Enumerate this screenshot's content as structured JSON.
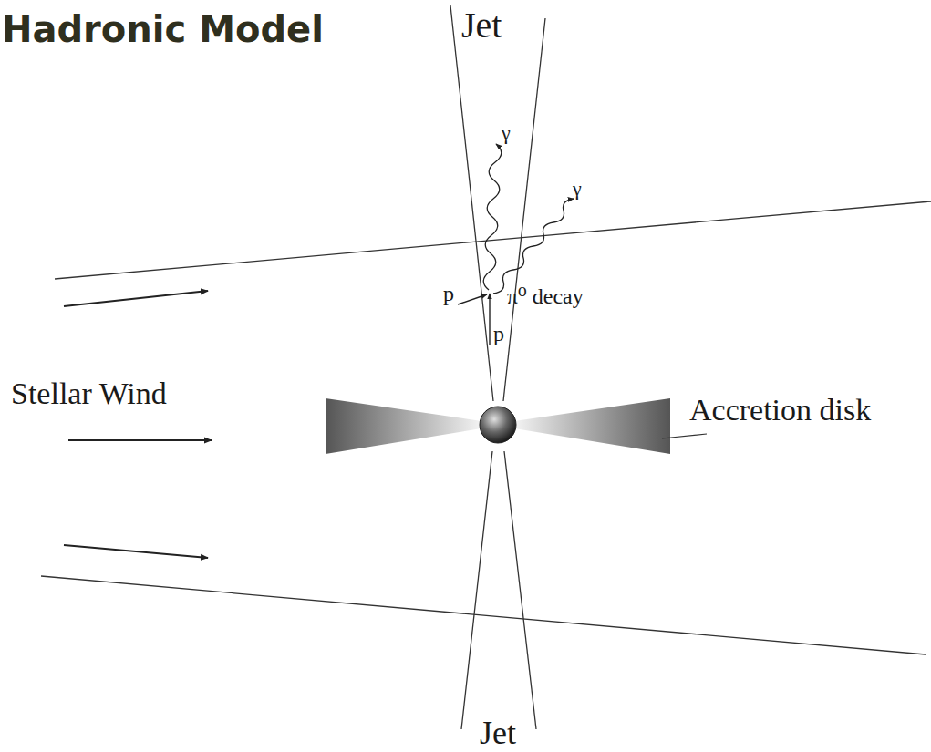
{
  "diagram": {
    "title": "Hadronic Model",
    "labels": [
      "Jet",
      "γ",
      "γ",
      "p",
      "π⁰ decay",
      "p",
      "Stellar Wind",
      "Accretion disk",
      "Jet"
    ]
  }
}
